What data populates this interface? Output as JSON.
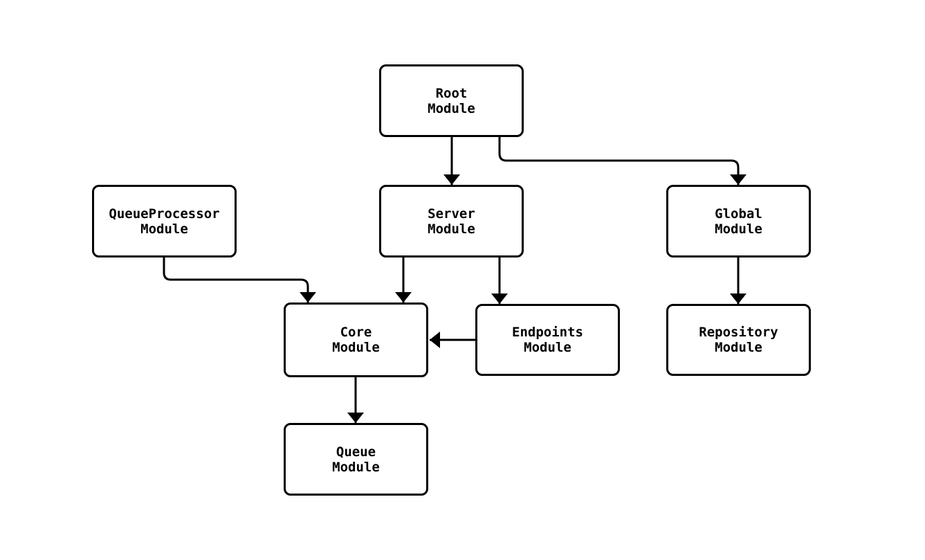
{
  "diagram": {
    "type": "module-dependency-graph",
    "background_color": "#ffffff",
    "node_fill_color": "#ffffff",
    "stroke_color": "#000000",
    "nodes": [
      {
        "id": "root",
        "label": "Root Module",
        "line1": "Root",
        "line2": "Module"
      },
      {
        "id": "queueprocessor",
        "label": "QueueProcessor Module",
        "line1": "QueueProcessor",
        "line2": "Module"
      },
      {
        "id": "server",
        "label": "Server Module",
        "line1": "Server",
        "line2": "Module"
      },
      {
        "id": "global",
        "label": "Global Module",
        "line1": "Global",
        "line2": "Module"
      },
      {
        "id": "core",
        "label": "Core Module",
        "line1": "Core",
        "line2": "Module"
      },
      {
        "id": "endpoints",
        "label": "Endpoints Module",
        "line1": "Endpoints",
        "line2": "Module"
      },
      {
        "id": "repository",
        "label": "Repository Module",
        "line1": "Repository",
        "line2": "Module"
      },
      {
        "id": "queue",
        "label": "Queue Module",
        "line1": "Queue",
        "line2": "Module"
      }
    ],
    "edges": [
      {
        "from": "root",
        "to": "server"
      },
      {
        "from": "root",
        "to": "global"
      },
      {
        "from": "queueprocessor",
        "to": "core"
      },
      {
        "from": "server",
        "to": "core"
      },
      {
        "from": "server",
        "to": "endpoints"
      },
      {
        "from": "endpoints",
        "to": "core"
      },
      {
        "from": "global",
        "to": "repository"
      },
      {
        "from": "core",
        "to": "queue"
      }
    ]
  }
}
